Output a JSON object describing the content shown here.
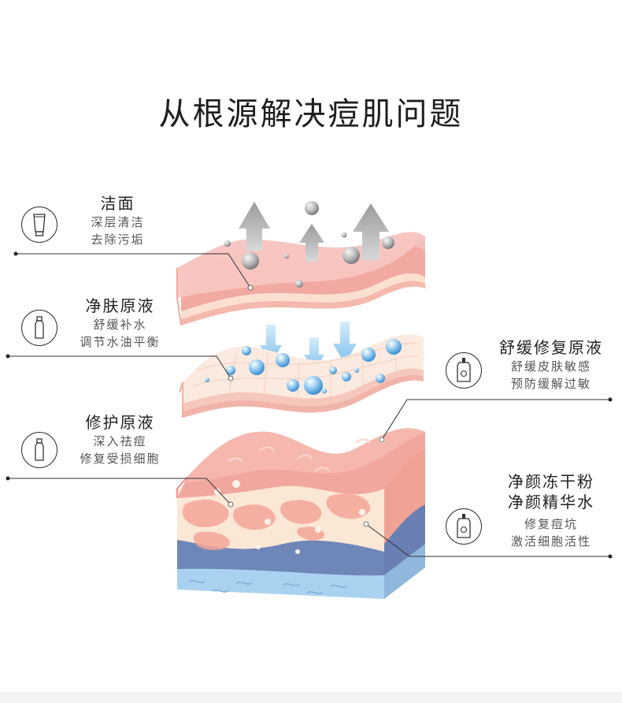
{
  "title": "从根源解决痘肌问题",
  "steps": [
    {
      "head": "洁面",
      "lines": [
        "深层清洁",
        "去除污垢"
      ],
      "icon": "tube-icon"
    },
    {
      "head": "净肤原液",
      "lines": [
        "舒缓补水",
        "调节水油平衡"
      ],
      "icon": "bottle-icon"
    },
    {
      "head": "修护原液",
      "lines": [
        "深入祛痘",
        "修复受损细胞"
      ],
      "icon": "bottle-icon"
    },
    {
      "head": "舒缓修复原液",
      "lines": [
        "舒缓皮肤敏感",
        "预防缓解过敏"
      ],
      "icon": "dropper-bottle-icon"
    },
    {
      "head": "净颜冻干粉",
      "head2": "净颜精华水",
      "lines": [
        "修复痘坑",
        "激活细胞活性"
      ],
      "icon": "dropper-bottle-icon"
    }
  ],
  "colors": {
    "skin_pink": "#f4b3ae",
    "skin_deep": "#f0928a",
    "cream": "#fbeee0",
    "blue_deep": "#6f86b8",
    "blue_light": "#a8cfee",
    "line": "#333333"
  }
}
